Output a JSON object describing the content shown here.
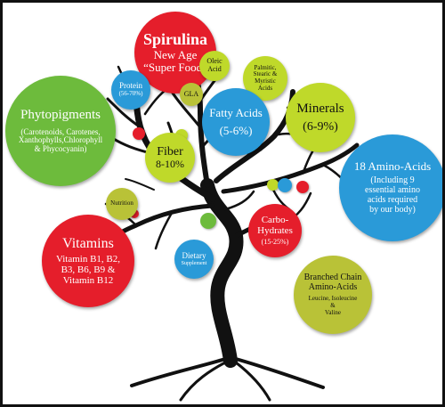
{
  "colors": {
    "red": "#e51e2b",
    "green": "#6dbb3c",
    "blue": "#2a9ad8",
    "olive": "#b9c237",
    "lime": "#bfd92a",
    "trunk": "#111111"
  },
  "bubbles": {
    "spirulina": {
      "line1": "Spirulina",
      "line2": "New Age",
      "line3": "“Super Food”"
    },
    "phytopigments": {
      "title": "Phytopigments",
      "line1": "(Carotenoids, Carotenes,",
      "line2": "Xanthophylls,Chlorophyll",
      "line3": "& Phycocyanin)"
    },
    "protein": {
      "title": "Protein",
      "sub": "(56-70%)"
    },
    "gla": {
      "title": "GLA"
    },
    "oleic": {
      "line1": "Oleic",
      "line2": "Acid"
    },
    "palmitic": {
      "line1": "Palmitic,",
      "line2": "Stearic &",
      "line3": "Myristic",
      "line4": "Acids"
    },
    "fatty_acids": {
      "title": "Fatty Acids",
      "sub": "(5-6%)"
    },
    "minerals": {
      "title": "Minerals",
      "sub": "(6-9%)"
    },
    "fiber": {
      "title": "Fiber",
      "sub": "8-10%"
    },
    "amino": {
      "title": "18 Amino-Acids",
      "line1": "(Including 9",
      "line2": "essential amino",
      "line3": "acids required",
      "line4": "by our body)"
    },
    "nutrition": {
      "title": "Nutrition"
    },
    "carbo": {
      "line1": "Carbo-",
      "line2": "Hydrates",
      "sub": "(15-25%)"
    },
    "vitamins": {
      "title": "Vitamins",
      "line1": "Vitamin B1, B2,",
      "line2": "B3, B6, B9 &",
      "line3": "Vitamin B12"
    },
    "dietary": {
      "title": "Dietary",
      "sub": "Supplement"
    },
    "bcaa": {
      "line1": "Branched Chain",
      "line2": "Amino-Acids",
      "line3": "Leucine, Isoleucine",
      "line4": "&",
      "line5": "Valine"
    }
  }
}
